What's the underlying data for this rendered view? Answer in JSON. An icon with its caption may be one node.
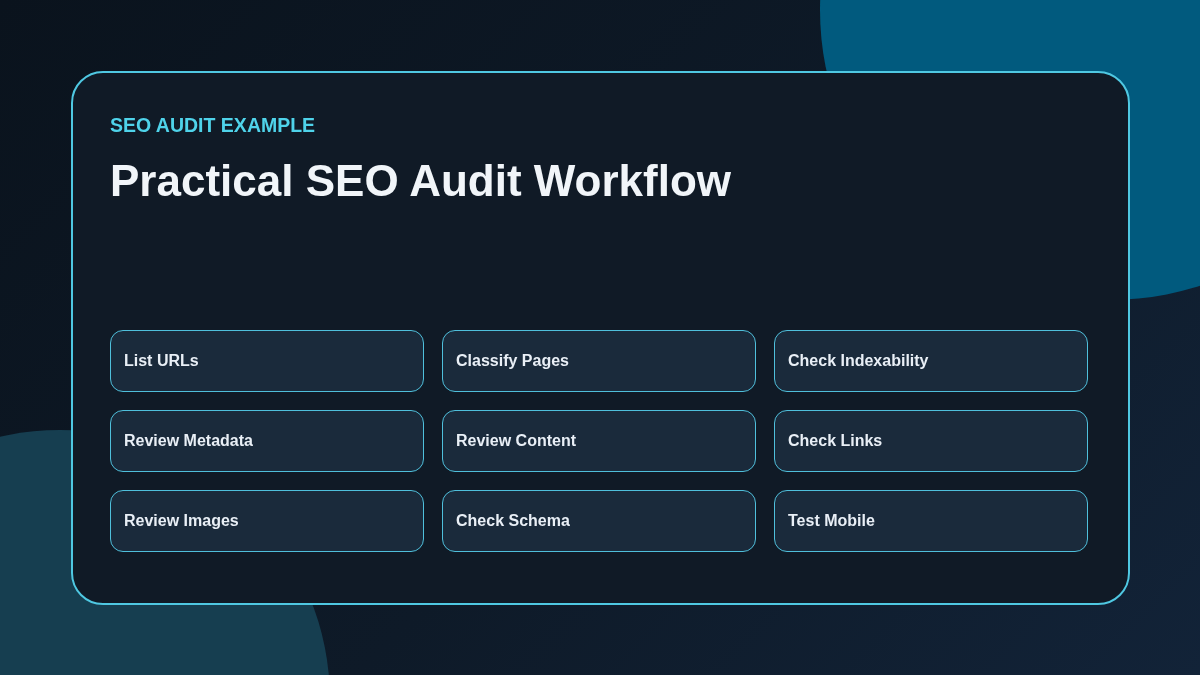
{
  "diagram": {
    "title": "Practical SEO Audit Workflow",
    "labels": [
      "SEO AUDIT EXAMPLE"
    ],
    "nodes": [
      {
        "text": [
          "List URLs"
        ]
      },
      {
        "text": [
          "Classify Pages"
        ]
      },
      {
        "text": [
          "Check Indexability"
        ]
      },
      {
        "text": [
          "Review Metadata"
        ]
      },
      {
        "text": [
          "Review Content"
        ]
      },
      {
        "text": [
          "Check Links"
        ]
      },
      {
        "text": [
          "Review Images"
        ]
      },
      {
        "text": [
          "Check Schema"
        ]
      },
      {
        "text": [
          "Test Mobile"
        ]
      }
    ]
  }
}
